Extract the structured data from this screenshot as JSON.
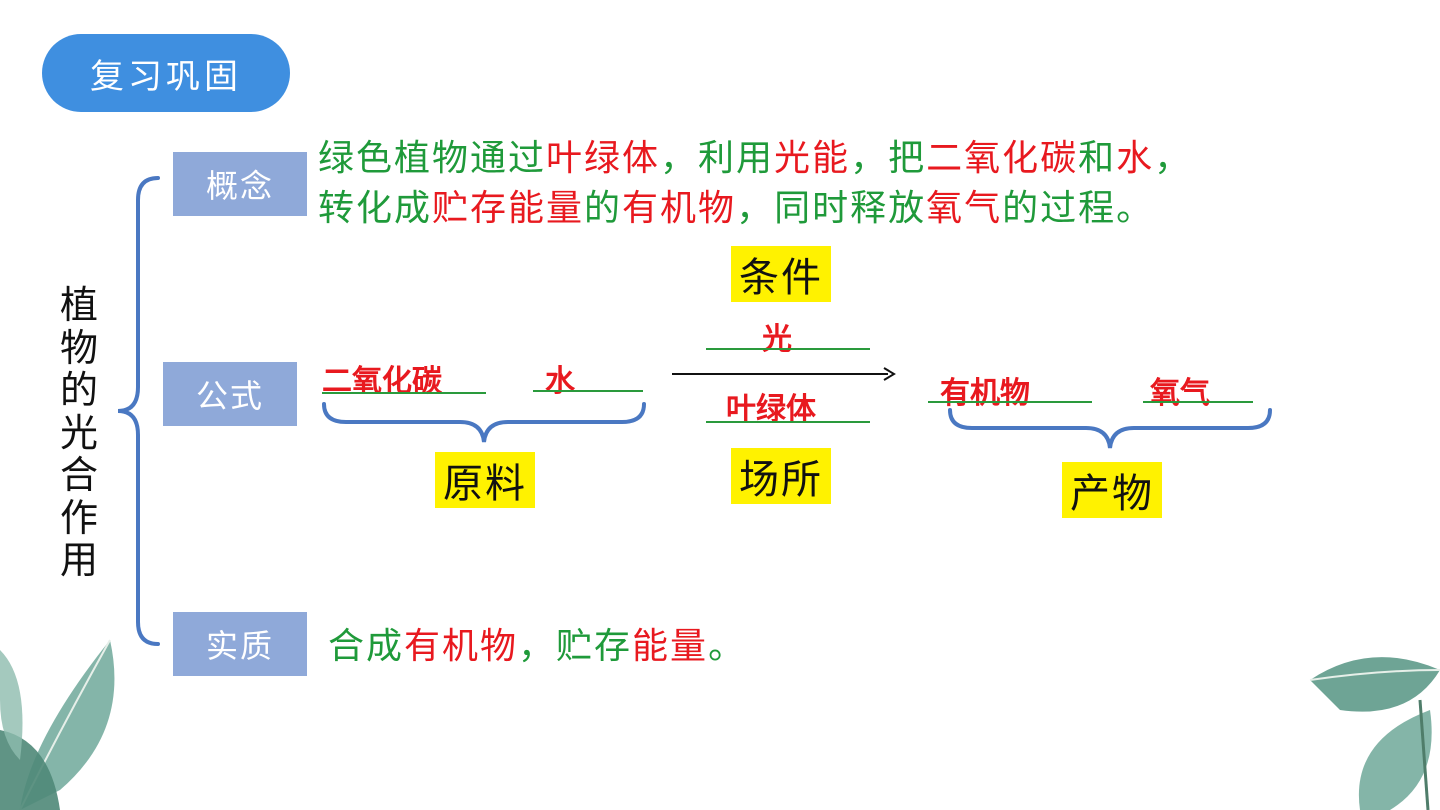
{
  "header": {
    "title": "复习巩固"
  },
  "topic": {
    "title": "植物的光合作用"
  },
  "concept": {
    "label": "概念",
    "line1": [
      {
        "t": "绿色植物通过",
        "c": "g"
      },
      {
        "t": "叶绿体",
        "c": "r"
      },
      {
        "t": "，利用",
        "c": "g"
      },
      {
        "t": "光能",
        "c": "r"
      },
      {
        "t": "，把",
        "c": "g"
      },
      {
        "t": "二氧化碳",
        "c": "r"
      },
      {
        "t": "和",
        "c": "g"
      },
      {
        "t": "水",
        "c": "r"
      },
      {
        "t": "，",
        "c": "g"
      }
    ],
    "line2": [
      {
        "t": "转化成",
        "c": "g"
      },
      {
        "t": "贮存能量",
        "c": "r"
      },
      {
        "t": "的",
        "c": "g"
      },
      {
        "t": "有机物",
        "c": "r"
      },
      {
        "t": "，同时释放",
        "c": "g"
      },
      {
        "t": "氧气",
        "c": "r"
      },
      {
        "t": "的过程。",
        "c": "g"
      }
    ]
  },
  "formula": {
    "label": "公式",
    "reactant1": "二氧化碳",
    "reactant2": "水",
    "condition": "光",
    "site": "叶绿体",
    "product1": "有机物",
    "product2": "氧气",
    "tag_condition": "条件",
    "tag_materials": "原料",
    "tag_site": "场所",
    "tag_products": "产物"
  },
  "essence": {
    "label": "实质",
    "text": [
      {
        "t": "合成",
        "c": "g"
      },
      {
        "t": "有机物",
        "c": "r"
      },
      {
        "t": "，贮存",
        "c": "g"
      },
      {
        "t": "能量",
        "c": "r"
      },
      {
        "t": "。",
        "c": "g"
      }
    ]
  },
  "colors": {
    "accent": "#3f8fe0",
    "label_bg": "#8fa9d9",
    "green": "#1f9a3a",
    "red": "#e8191f",
    "highlight": "#fff200",
    "brace": "#4a78c2"
  }
}
